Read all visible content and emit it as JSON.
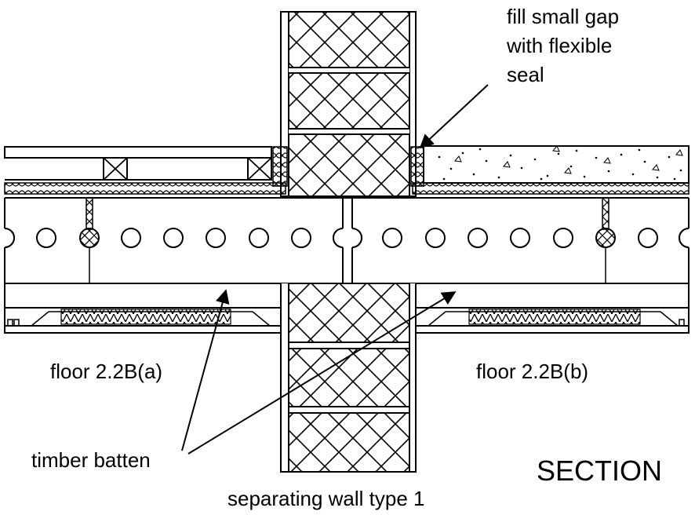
{
  "labels": {
    "callout_lines": [
      "fill small gap",
      "with flexible",
      "seal"
    ],
    "floor_left": "floor 2.2B(a)",
    "floor_right": "floor 2.2B(b)",
    "timber_batten": "timber batten",
    "section": "SECTION",
    "wall": "separating wall type 1"
  },
  "colors": {
    "stroke": "#000000",
    "background": "#ffffff"
  }
}
